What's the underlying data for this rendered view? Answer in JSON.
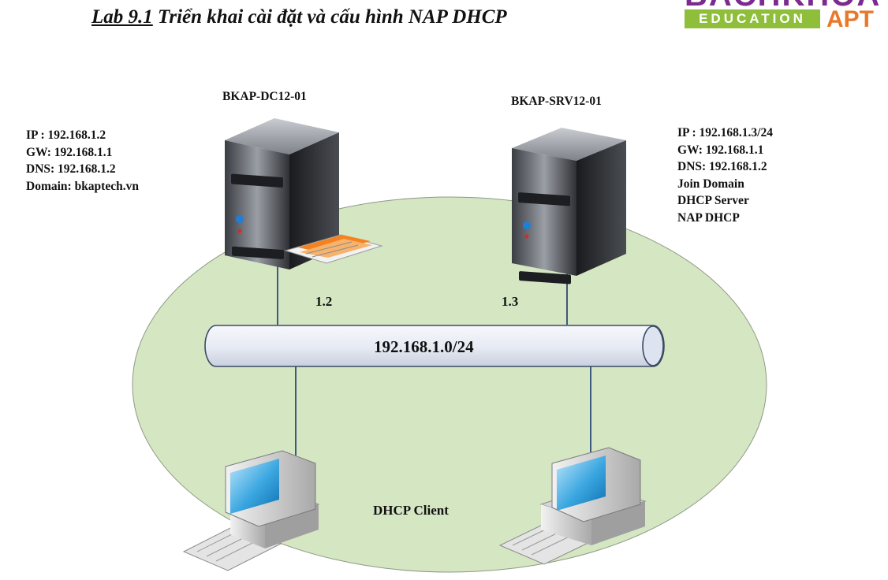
{
  "title": {
    "lab_number": "Lab 9.1",
    "rest": " Triển khai cài đặt và cấu hình NAP DHCP"
  },
  "logo": {
    "top_text": "BACHKHOA",
    "band_text": "EDUCATION",
    "apt_text": "APT"
  },
  "servers": [
    {
      "name": "BKAP-DC12-01",
      "link_label": "1.2",
      "info": [
        "IP : 192.168.1.2",
        "GW: 192.168.1.1",
        "DNS: 192.168.1.2",
        "Domain: bkaptech.vn"
      ]
    },
    {
      "name": "BKAP-SRV12-01",
      "link_label": "1.3",
      "info": [
        "IP : 192.168.1.3/24",
        "GW: 192.168.1.1",
        "DNS: 192.168.1.2",
        "Join Domain",
        "DHCP Server",
        "NAP DHCP"
      ]
    }
  ],
  "network": {
    "label": "192.168.1.0/24"
  },
  "client": {
    "label": "DHCP Client"
  },
  "colors": {
    "ellipse": "#d5e6c3",
    "network_pipe": "#eef1f8",
    "logo_purple": "#7b2b8f",
    "logo_green": "#8fbe3a",
    "logo_orange": "#e8792a"
  }
}
